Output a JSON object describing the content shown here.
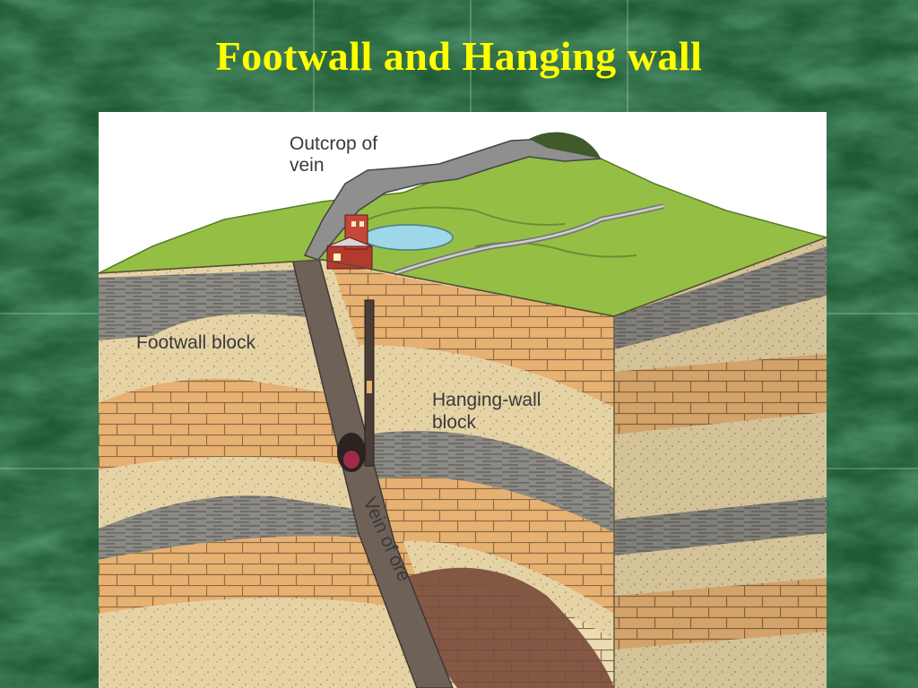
{
  "slide": {
    "title": "Footwall and Hanging wall",
    "colors": {
      "background": "#1f5a33",
      "title": "#ffff00",
      "surface": "#95bf44",
      "sandstone": "#e6d3a5",
      "brick": "#e7b172",
      "shale": "#8c8a84",
      "vein": "#6e6158",
      "ore_body": "#7a4c3c"
    }
  },
  "diagram": {
    "labels": {
      "outcrop_line1": "Outcrop of",
      "outcrop_line2": "vein",
      "footwall": "Footwall block",
      "hanging_line1": "Hanging-wall",
      "hanging_line2": "block",
      "vein": "Vein of ore"
    },
    "icons": [
      "mine-building-icon",
      "pond-icon",
      "mine-shaft-icon",
      "tunnel-icon"
    ]
  }
}
